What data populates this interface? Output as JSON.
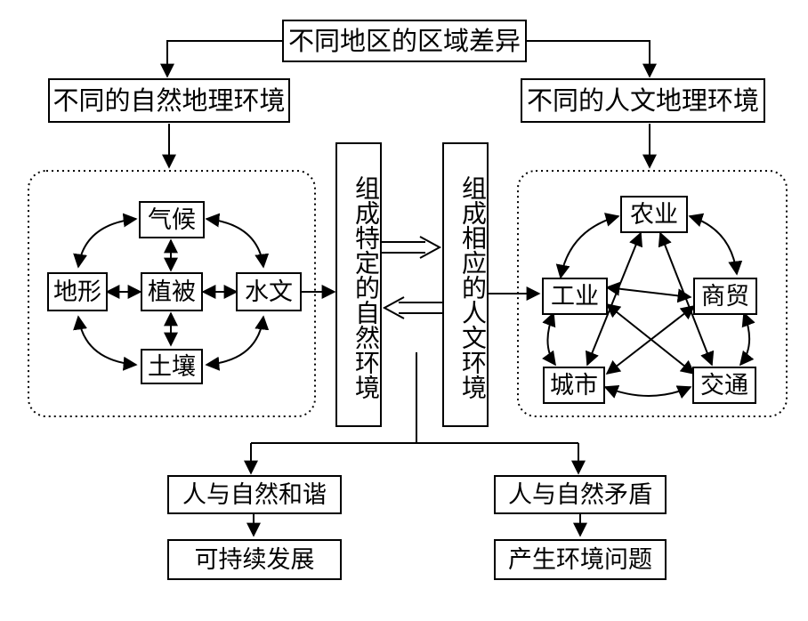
{
  "top": {
    "title": "不同地区的区域差异"
  },
  "left_branch": {
    "title": "不同的自然地理环境"
  },
  "right_branch": {
    "title": "不同的人文地理环境"
  },
  "nature_elements": {
    "climate": "气候",
    "landform": "地形",
    "vegetation": "植被",
    "hydrology": "水文",
    "soil": "土壤"
  },
  "human_elements": {
    "agriculture": "农业",
    "industry": "工业",
    "commerce": "商贸",
    "city": "城市",
    "transport": "交通"
  },
  "center": {
    "natural_env": "组成特定的自然环境",
    "human_env": "组成相应的人文环境"
  },
  "outcomes": {
    "harmony": "人与自然和谐",
    "sustainable": "可持续发展",
    "conflict": "人与自然矛盾",
    "problems": "产生环境问题"
  }
}
